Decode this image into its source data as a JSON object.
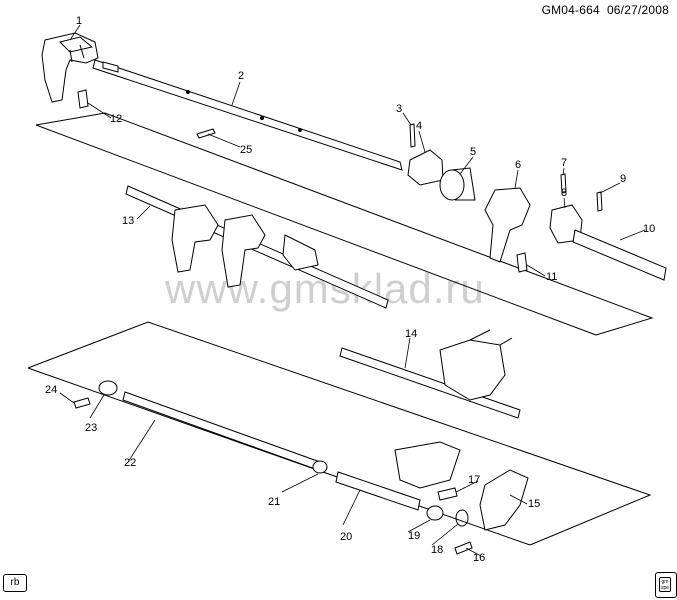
{
  "header": {
    "ref": "GM04-664",
    "date": "06/27/2008"
  },
  "watermark": "www.gmsklad.ru",
  "corner_labels": {
    "left_tag": "rb",
    "right_logo": "gm spe"
  },
  "callouts": [
    "1",
    "2",
    "3",
    "4",
    "5",
    "6",
    "7",
    "8",
    "9",
    "10",
    "11",
    "12",
    "13",
    "14",
    "15",
    "16",
    "17",
    "18",
    "19",
    "20",
    "21",
    "22",
    "23",
    "24",
    "25"
  ]
}
